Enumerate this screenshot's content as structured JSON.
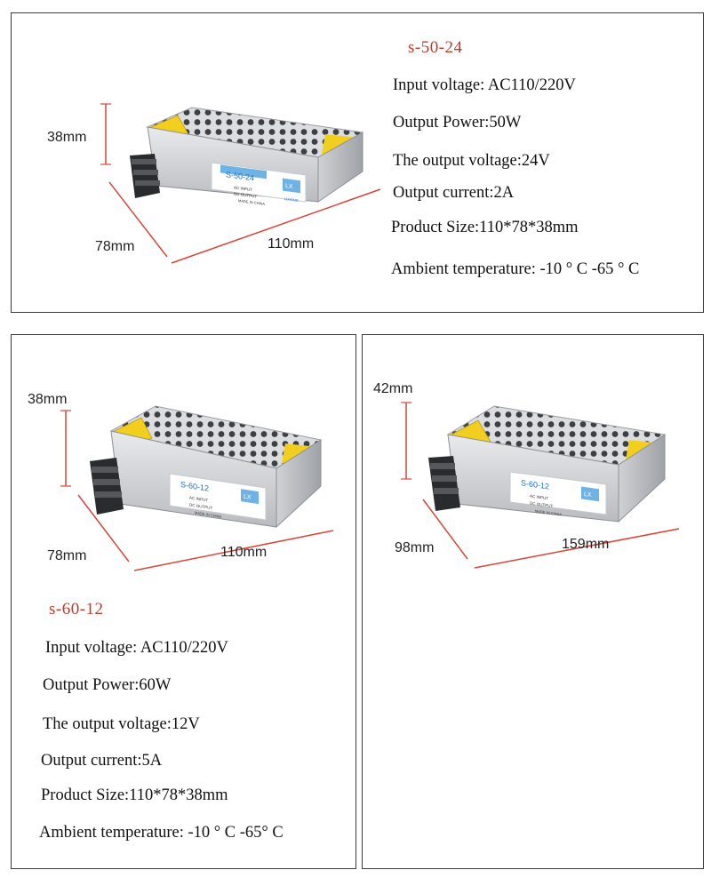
{
  "panels": [
    {
      "model": "s-50-24",
      "device_label": "S-50-24",
      "dims": {
        "height": "38mm",
        "depth": "78mm",
        "width": "110mm"
      },
      "specs": [
        "Input voltage: AC110/220V",
        "Output Power:50W",
        "The output voltage:24V",
        "Output current:2A",
        "Product Size:110*78*38mm",
        "Ambient temperature: -10 ° C -65 ° C"
      ]
    },
    {
      "model": "s-60-12",
      "device_label": "S-60-12",
      "dims": {
        "height": "38mm",
        "depth": "78mm",
        "width": "110mm"
      },
      "specs": [
        "Input voltage: AC110/220V",
        "Output Power:60W",
        "The output voltage:12V",
        "Output current:5A",
        "Product Size:110*78*38mm",
        "Ambient temperature: -10 ° C -65° C"
      ]
    },
    {
      "device_label": "S-60-12",
      "dims": {
        "height": "42mm",
        "depth": "98mm",
        "width": "159mm"
      }
    }
  ],
  "label_text": {
    "ac_input": "AC INPUT",
    "dc_output": "DC OUTPUT",
    "made_in": "MADE IN CHINA",
    "brand": "LX",
    "brand_cn": "利翔电源",
    "brand_name": "LIXIANG"
  },
  "colors": {
    "model_red": "#c0392b",
    "dim_line_red": "#d9453a",
    "warning_yellow": "#f2cf1f",
    "housing_silver": "#d9dadc"
  }
}
